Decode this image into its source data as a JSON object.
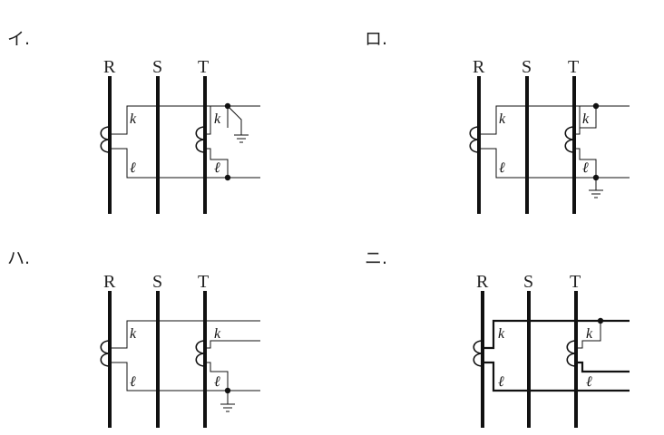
{
  "phases": [
    "R",
    "S",
    "T"
  ],
  "terminals": {
    "k": "k",
    "l": "ℓ"
  },
  "options": [
    {
      "id": "i",
      "label": "イ."
    },
    {
      "id": "ro",
      "label": "ロ."
    },
    {
      "id": "ha",
      "label": "ハ."
    },
    {
      "id": "ni",
      "label": "ニ."
    }
  ]
}
